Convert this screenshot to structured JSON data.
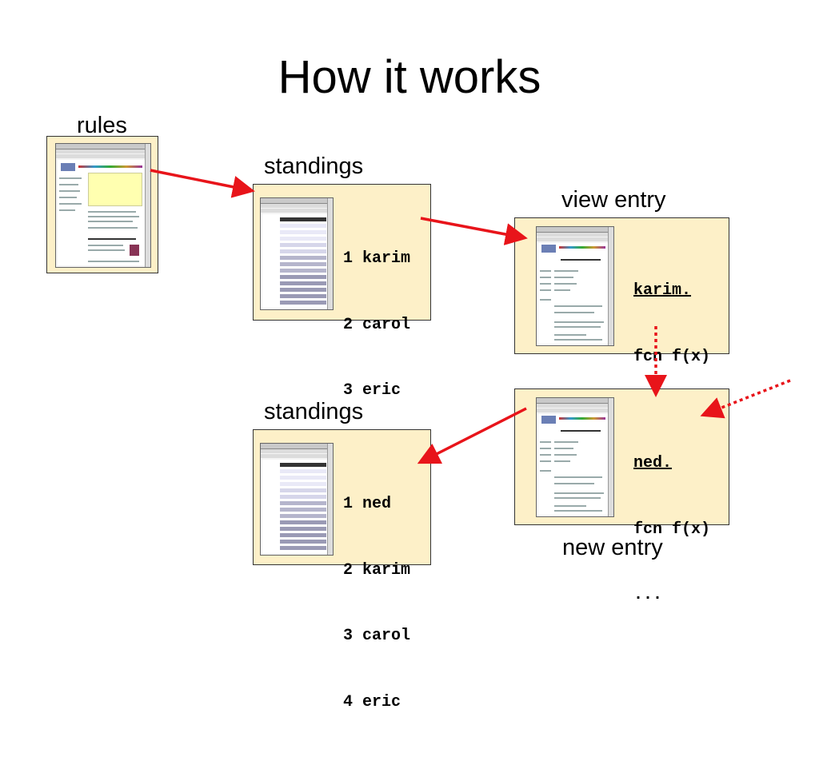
{
  "title": "How it works",
  "labels": {
    "rules": "rules",
    "standings_top": "standings",
    "view_entry": "view entry",
    "standings_bottom": "standings",
    "new_entry": "new entry"
  },
  "standings_top": [
    "1 karim",
    "2 carol",
    "3 eric"
  ],
  "view_entry": {
    "name": "karim.",
    "line2": "fcn f(x)",
    "line3": "..."
  },
  "new_entry": {
    "name": "ned.",
    "line2": "fcn f(x)",
    "line3": "..."
  },
  "standings_bottom": [
    "1 ned",
    "2 karim",
    "3 carol",
    "4 eric"
  ],
  "colors": {
    "solid_arrow": "#e8141a",
    "dotted_arrow": "#e8141a",
    "panel_bg": "#fdf0c8"
  }
}
